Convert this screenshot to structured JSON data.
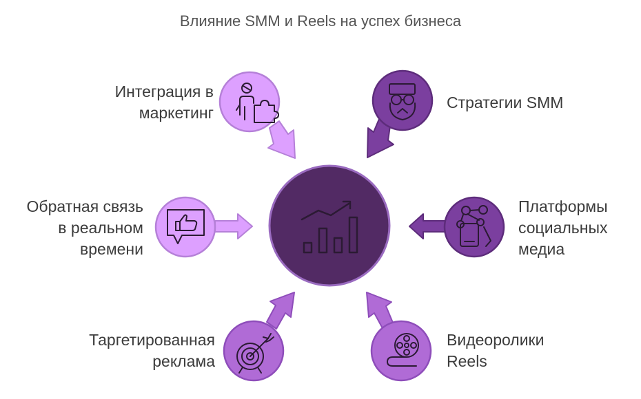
{
  "title": "Влияние SMM и Reels на успех бизнеса",
  "colors": {
    "center_fill": "#522a64",
    "center_stroke": "#9a6bc0",
    "light_fill": "#dda0ff",
    "light_stroke": "#b580d8",
    "mid_fill": "#b06bd6",
    "mid_stroke": "#8e4dba",
    "dark_fill": "#7b3f9f",
    "dark_stroke": "#5d2c7b",
    "icon_dark": "#2b1a33",
    "icon_light": "#ffffff",
    "text": "#3c3c3c"
  },
  "center": {
    "icon": "growth-chart-icon"
  },
  "nodes": [
    {
      "id": "integration",
      "label": "Интеграция в\nмаркетинг",
      "icon": "person-puzzle-icon"
    },
    {
      "id": "strategies",
      "label": "Стратегии SMM",
      "icon": "strategy-mask-icon"
    },
    {
      "id": "feedback",
      "label": "Обратная связь\nв реальном\nвремени",
      "icon": "thumbs-up-icon"
    },
    {
      "id": "platforms",
      "label": "Платформы\nсоциальных\nмедиа",
      "icon": "social-network-icon"
    },
    {
      "id": "targeted",
      "label": "Таргетированная\nреклама",
      "icon": "target-icon"
    },
    {
      "id": "reels",
      "label": "Видеоролики\nReels",
      "icon": "film-reel-icon"
    }
  ]
}
